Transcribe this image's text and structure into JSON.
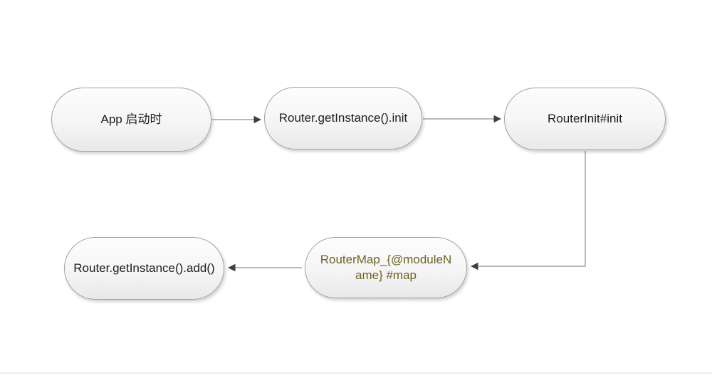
{
  "diagram": {
    "nodes": [
      {
        "id": "app-start",
        "label": "App 启动时"
      },
      {
        "id": "router-getinstance-init",
        "label": "Router.getInstance().init"
      },
      {
        "id": "routerinit-init",
        "label": "RouterInit#init"
      },
      {
        "id": "routermap-map",
        "label": "RouterMap_{@moduleName} #map"
      },
      {
        "id": "router-getinstance-add",
        "label": "Router.getInstance().add()"
      }
    ],
    "edges": [
      {
        "from": "app-start",
        "to": "router-getinstance-init",
        "shape": "straight-right"
      },
      {
        "from": "router-getinstance-init",
        "to": "routerinit-init",
        "shape": "straight-right"
      },
      {
        "from": "routerinit-init",
        "to": "routermap-map",
        "shape": "down-then-left"
      },
      {
        "from": "routermap-map",
        "to": "router-getinstance-add",
        "shape": "straight-left"
      }
    ],
    "colors": {
      "node_border": "#a3a3a3",
      "node_fill_top": "#fdfdfd",
      "node_fill_bottom": "#e9e9e9",
      "node_text": "#1c1c1c",
      "highlight_text": "#6d6228",
      "connector_line": "#8f8f8f",
      "arrowhead": "#3f3f3f",
      "divider": "#ececec",
      "background": "#ffffff"
    }
  }
}
